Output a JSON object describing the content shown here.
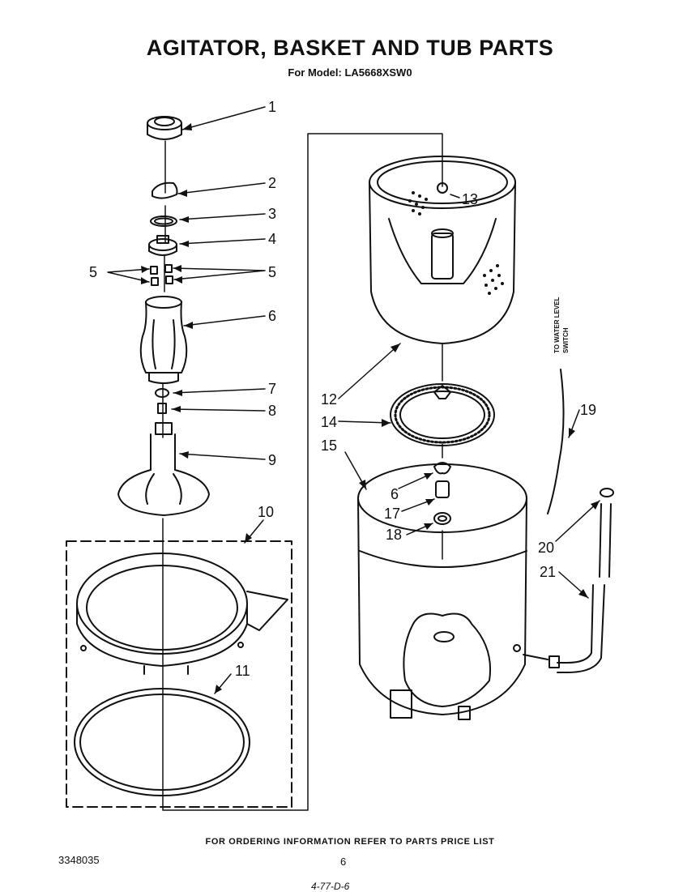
{
  "header": {
    "title": "AGITATOR, BASKET AND TUB PARTS",
    "subtitle": "For Model: LA5668XSW0"
  },
  "callouts": {
    "c1": "1",
    "c2": "2",
    "c3": "3",
    "c4": "4",
    "c5a": "5",
    "c5b": "5",
    "c6": "6",
    "c7": "7",
    "c8": "8",
    "c9": "9",
    "c10": "10",
    "c11": "11",
    "c12": "12",
    "c13": "13",
    "c14": "14",
    "c15": "15",
    "c16": "6",
    "c17": "17",
    "c18": "18",
    "c19": "19",
    "c20": "20",
    "c21": "21"
  },
  "side_label": {
    "line1": "TO WATER LEVEL",
    "line2": "SWITCH"
  },
  "footer": {
    "note": "FOR ORDERING INFORMATION REFER TO PARTS PRICE LIST",
    "doc_number": "3348035",
    "page_number": "6",
    "date_code": "4-77-D-6"
  }
}
